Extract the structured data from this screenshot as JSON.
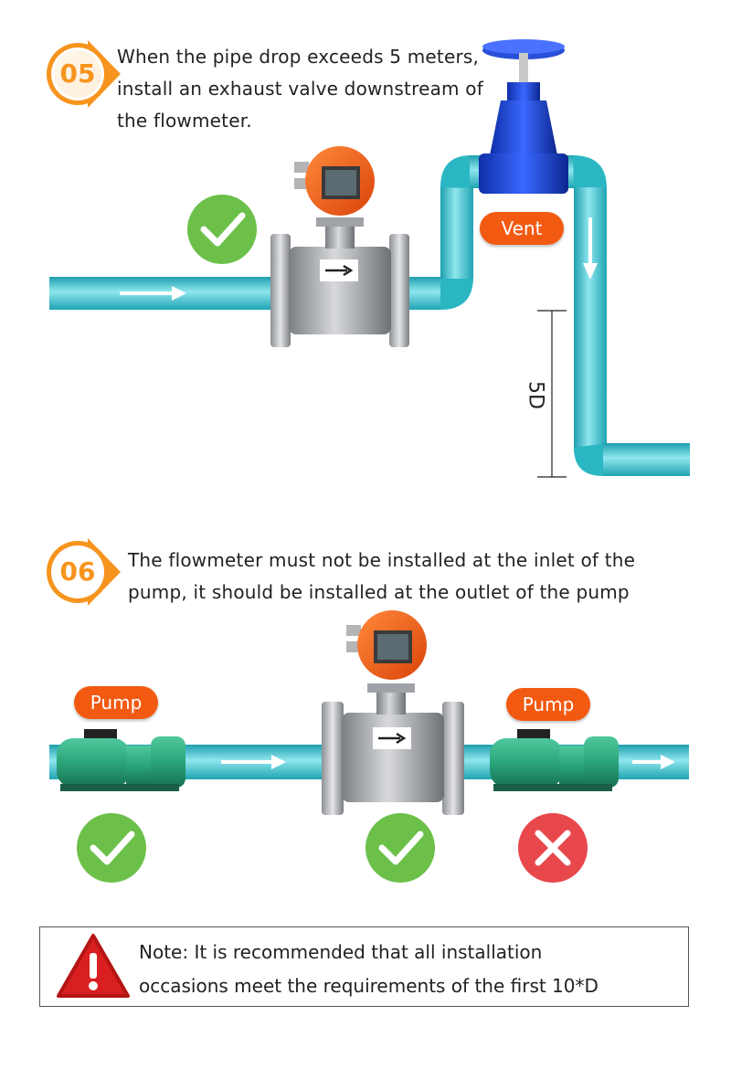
{
  "step05": {
    "number": "05",
    "text_lines": [
      "When the pipe drop exceeds 5 meters,",
      "install an exhaust valve downstream of",
      "the flowmeter."
    ],
    "vent_label": "Vent",
    "dimension_label": "5D"
  },
  "step06": {
    "number": "06",
    "text_lines": [
      "The flowmeter must not be installed at the inlet of the",
      "pump, it should be installed at the outlet of the pump"
    ],
    "pump_left_label": "Pump",
    "pump_right_label": "Pump"
  },
  "note": {
    "lines": [
      "Note: It is recommended that all installation",
      "occasions meet the requirements of the first 10*D"
    ]
  },
  "colors": {
    "pipe": "#2ab7c3",
    "badge_orange": "#f7941d",
    "pill_orange": "#f25a12",
    "check_green": "#6cc04a",
    "cross_red": "#e8474c",
    "warning_red": "#d91f1f"
  }
}
